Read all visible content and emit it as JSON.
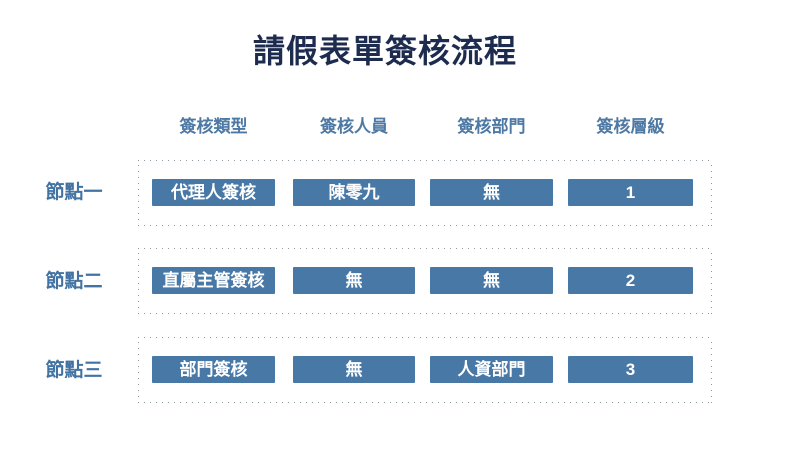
{
  "title": "請假表單簽核流程",
  "colors": {
    "title": "#1d2b4f",
    "column_header": "#4e79a4",
    "node_label": "#4273a3",
    "cell_background": "#4878a6",
    "cell_text": "#ffffff",
    "dotted_border": "#8d979e",
    "background": "#ffffff"
  },
  "columns": [
    {
      "label": "簽核類型"
    },
    {
      "label": "簽核人員"
    },
    {
      "label": "簽核部門"
    },
    {
      "label": "簽核層級"
    }
  ],
  "rows": [
    {
      "node": "節點一",
      "cells": [
        "代理人簽核",
        "陳零九",
        "無",
        "1"
      ]
    },
    {
      "node": "節點二",
      "cells": [
        "直屬主管簽核",
        "無",
        "無",
        "2"
      ]
    },
    {
      "node": "節點三",
      "cells": [
        "部門簽核",
        "無",
        "人資部門",
        "3"
      ]
    }
  ]
}
